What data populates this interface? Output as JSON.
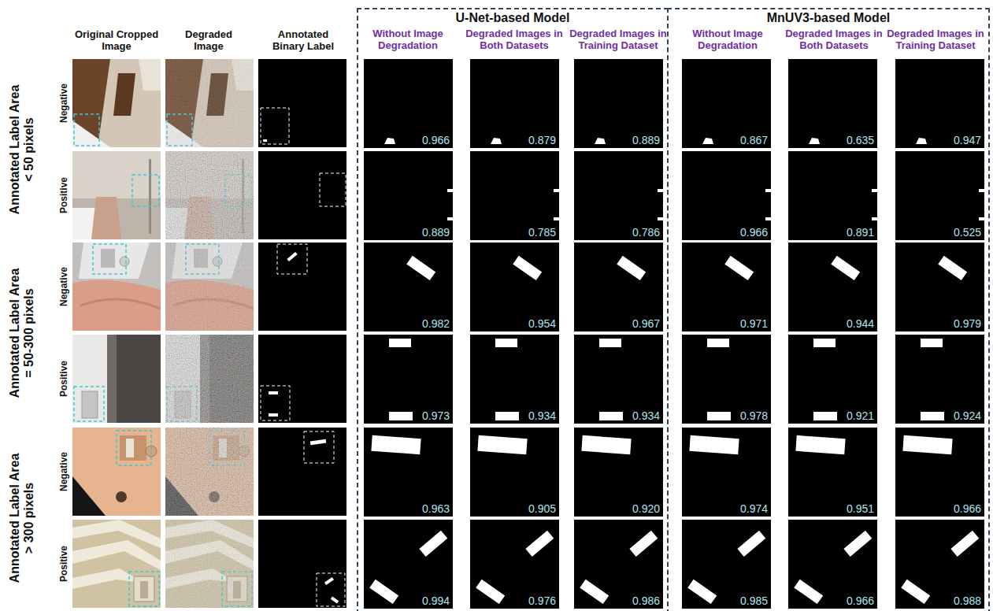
{
  "diagram": {
    "nodes": [
      {
        "text": [
          "U-Net-based Model",
          "Without Image Degradation",
          "Degraded Images in Both Datasets",
          "Degraded Images in Training Dataset"
        ]
      },
      {
        "text": [
          "MnUV3-based Model",
          "Without Image Degradation",
          "Degraded Images in Both Datasets",
          "Degraded Images in Training Dataset"
        ]
      },
      {
        "text": [
          "0.966"
        ],
        "in": 0
      },
      {
        "text": [
          "0.879"
        ],
        "in": 0
      },
      {
        "text": [
          "0.889"
        ],
        "in": 0
      },
      {
        "text": [
          "0.867"
        ],
        "in": 1
      },
      {
        "text": [
          "0.635"
        ],
        "in": 1
      },
      {
        "text": [
          "0.947"
        ],
        "in": 1
      },
      {
        "text": [
          "0.889"
        ],
        "in": 0
      },
      {
        "text": [
          "0.785"
        ],
        "in": 0
      },
      {
        "text": [
          "0.786"
        ],
        "in": 0
      },
      {
        "text": [
          "0.966"
        ],
        "in": 1
      },
      {
        "text": [
          "0.891"
        ],
        "in": 1
      },
      {
        "text": [
          "0.525"
        ],
        "in": 1
      },
      {
        "text": [
          "0.982"
        ],
        "in": 0
      },
      {
        "text": [
          "0.954"
        ],
        "in": 0
      },
      {
        "text": [
          "0.967"
        ],
        "in": 0
      },
      {
        "text": [
          "0.971"
        ],
        "in": 1
      },
      {
        "text": [
          "0.944"
        ],
        "in": 1
      },
      {
        "text": [
          "0.979"
        ],
        "in": 1
      },
      {
        "text": [
          "0.973"
        ],
        "in": 0
      },
      {
        "text": [
          "0.934"
        ],
        "in": 0
      },
      {
        "text": [
          "0.934"
        ],
        "in": 0
      },
      {
        "text": [
          "0.978"
        ],
        "in": 1
      },
      {
        "text": [
          "0.921"
        ],
        "in": 1
      },
      {
        "text": [
          "0.924"
        ],
        "in": 1
      },
      {
        "text": [
          "0.963"
        ],
        "in": 0
      },
      {
        "text": [
          "0.905"
        ],
        "in": 0
      },
      {
        "text": [
          "0.920"
        ],
        "in": 0
      },
      {
        "text": [
          "0.974"
        ],
        "in": 1
      },
      {
        "text": [
          "0.951"
        ],
        "in": 1
      },
      {
        "text": [
          "0.966"
        ],
        "in": 1
      },
      {
        "text": [
          "0.994"
        ],
        "in": 0
      },
      {
        "text": [
          "0.976"
        ],
        "in": 0
      },
      {
        "text": [
          "0.986"
        ],
        "in": 0
      },
      {
        "text": [
          "0.985"
        ],
        "in": 1
      },
      {
        "text": [
          "0.966"
        ],
        "in": 1
      },
      {
        "text": [
          "0.988"
        ],
        "in": 1
      }
    ],
    "labels": [
      "Original Cropped Image",
      "Degraded Image",
      "Annotated Binary Label",
      "Annotated Label Area < 50 pixels",
      "Negative",
      "Positive",
      "Annotated Label Area = 50-300 pixels",
      "Negative",
      "Positive",
      "Annotated Label Area > 300 pixels",
      "Negative",
      "Positive"
    ]
  }
}
